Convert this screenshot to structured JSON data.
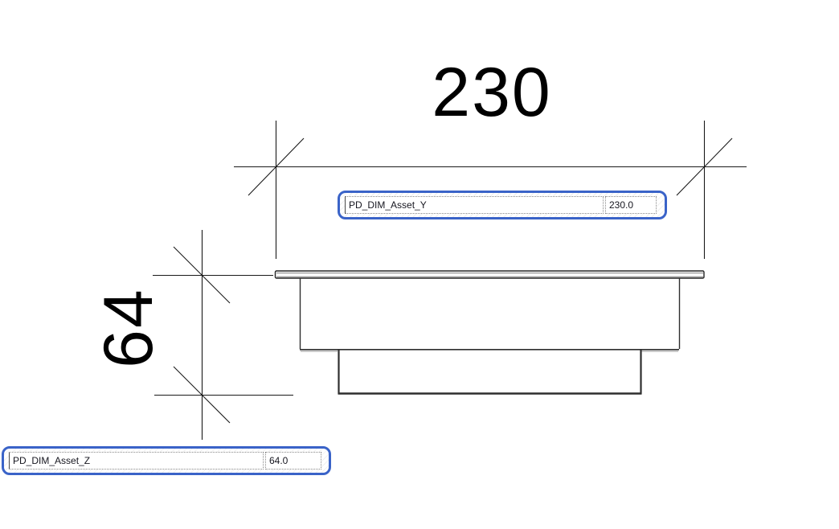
{
  "canvas": {
    "background": "#ffffff"
  },
  "dimensions": {
    "y": {
      "dim_text": "230",
      "param_name": "PD_DIM_Asset_Y",
      "param_value": "230.0"
    },
    "z": {
      "dim_text": "64",
      "param_name": "PD_DIM_Asset_Z",
      "param_value": "64.0"
    }
  },
  "colors": {
    "selection_blue": "#3a63c8",
    "line_ink": "#1a1a1a",
    "object_line": "#2e2e2e"
  }
}
